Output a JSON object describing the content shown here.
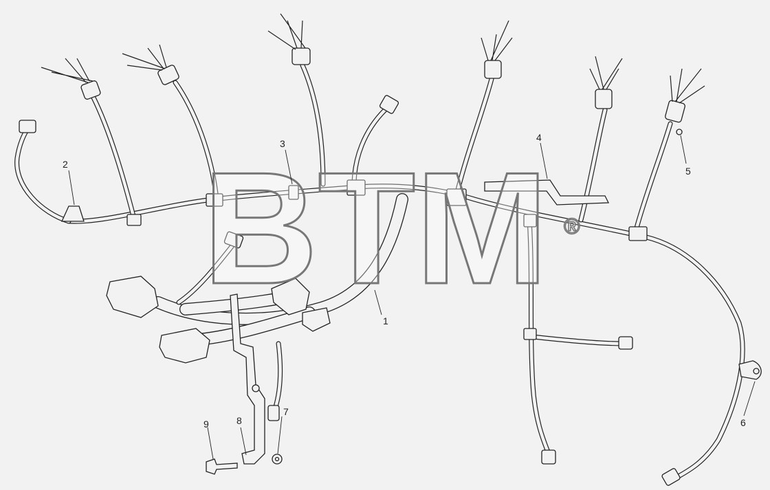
{
  "watermark": {
    "text": "BTM",
    "mark": "®"
  },
  "callouts": [
    {
      "id": "1",
      "label": "1"
    },
    {
      "id": "2",
      "label": "2"
    },
    {
      "id": "3",
      "label": "3"
    },
    {
      "id": "4",
      "label": "4"
    },
    {
      "id": "5",
      "label": "5"
    },
    {
      "id": "6",
      "label": "6"
    },
    {
      "id": "7",
      "label": "7"
    },
    {
      "id": "8",
      "label": "8"
    },
    {
      "id": "9",
      "label": "9"
    }
  ]
}
